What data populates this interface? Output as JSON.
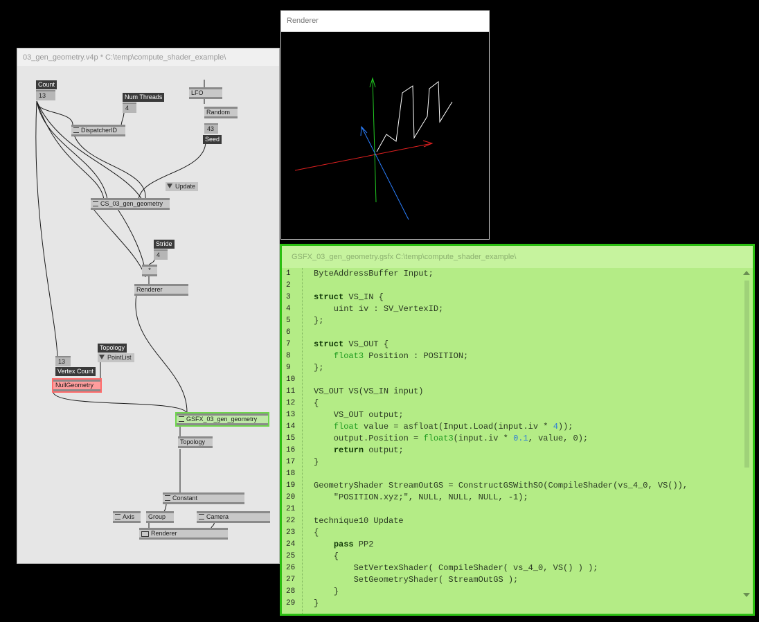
{
  "patch_window": {
    "title": "03_gen_geometry.v4p *   C:\\temp\\compute_shader_example\\",
    "nodes": {
      "count_label": "Count",
      "count_value": "13",
      "num_threads_label": "Num Threads",
      "num_threads_value": "4",
      "lfo": "LFO",
      "random": "Random",
      "seed_value": "43",
      "seed_label": "Seed",
      "dispatcher": "DispatcherID",
      "update": "Update",
      "cs_node": "CS_03_gen_geometry",
      "stride_label": "Stride",
      "stride_value": "4",
      "multiply": "*",
      "renderer_node": "Renderer",
      "topology_label": "Topology",
      "pointlist": "PointList",
      "vertex_count_value": "13",
      "vertex_count_label": "Vertex Count",
      "nullgeometry": "NullGeometry",
      "gsfx_node": "GSFX_03_gen_geometry",
      "topology_node": "Topology",
      "constant": "Constant",
      "axis": "Axis",
      "group": "Group",
      "camera": "Camera",
      "renderer_bottom": "Renderer"
    }
  },
  "renderer_window": {
    "title": "Renderer",
    "colors": {
      "x_axis": "#e02020",
      "y_axis": "#22cc22",
      "z_axis": "#2a7fff",
      "line": "#ffffff",
      "background": "#000000"
    }
  },
  "editor_window": {
    "title": "GSFX_03_gen_geometry.gsfx    C:\\temp\\compute_shader_example\\",
    "lines": [
      {
        "n": "1",
        "t": "ByteAddressBuffer Input;"
      },
      {
        "n": "2",
        "t": ""
      },
      {
        "n": "3",
        "t": "struct VS_IN {"
      },
      {
        "n": "4",
        "t": "    uint iv : SV_VertexID;"
      },
      {
        "n": "5",
        "t": "};"
      },
      {
        "n": "6",
        "t": ""
      },
      {
        "n": "7",
        "t": "struct VS_OUT {"
      },
      {
        "n": "8",
        "t": "    float3 Position : POSITION;"
      },
      {
        "n": "9",
        "t": "};"
      },
      {
        "n": "10",
        "t": ""
      },
      {
        "n": "11",
        "t": "VS_OUT VS(VS_IN input)"
      },
      {
        "n": "12",
        "t": "{"
      },
      {
        "n": "13",
        "t": "    VS_OUT output;"
      },
      {
        "n": "14",
        "t": "    float value = asfloat(Input.Load(input.iv * 4));"
      },
      {
        "n": "15",
        "t": "    output.Position = float3(input.iv * 0.1, value, 0);"
      },
      {
        "n": "16",
        "t": "    return output;"
      },
      {
        "n": "17",
        "t": "}"
      },
      {
        "n": "18",
        "t": ""
      },
      {
        "n": "19",
        "t": "GeometryShader StreamOutGS = ConstructGSWithSO(CompileShader(vs_4_0, VS()),"
      },
      {
        "n": "20",
        "t": "    \"POSITION.xyz;\", NULL, NULL, NULL, -1);"
      },
      {
        "n": "21",
        "t": ""
      },
      {
        "n": "22",
        "t": "technique10 Update"
      },
      {
        "n": "23",
        "t": "{"
      },
      {
        "n": "24",
        "t": "    pass PP2"
      },
      {
        "n": "25",
        "t": "    {"
      },
      {
        "n": "26",
        "t": "        SetVertexShader( CompileShader( vs_4_0, VS() ) );"
      },
      {
        "n": "27",
        "t": "        SetGeometryShader( StreamOutGS );"
      },
      {
        "n": "28",
        "t": "    }"
      },
      {
        "n": "29",
        "t": "}"
      }
    ]
  },
  "colors": {
    "editor_bg": "#b4ec86",
    "editor_border": "#2cbf12",
    "selection_red": "#ff6b6b",
    "selection_green": "#6fd54d"
  }
}
